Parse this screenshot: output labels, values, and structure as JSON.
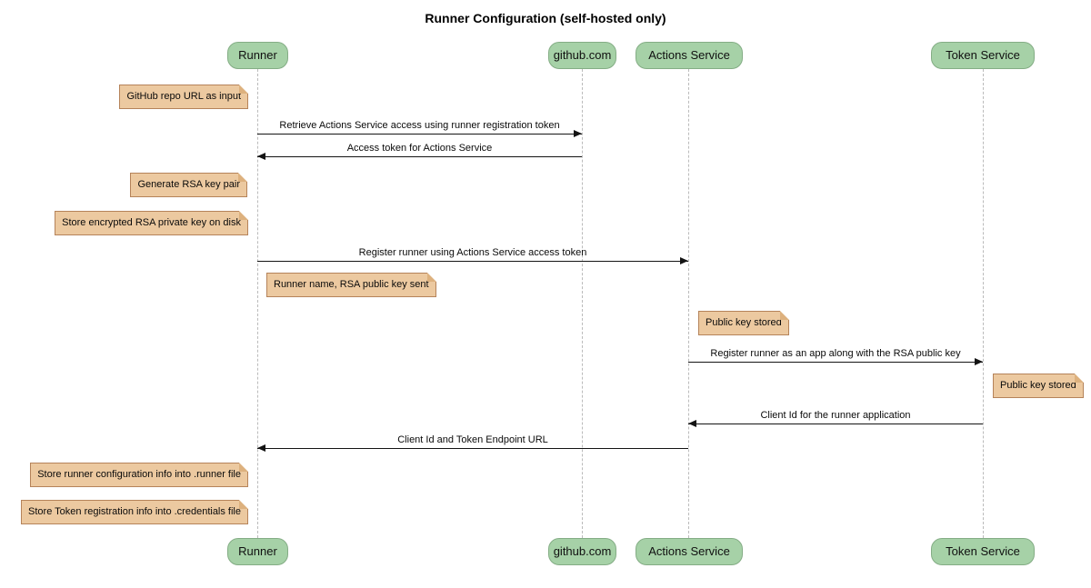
{
  "title": "Runner Configuration (self-hosted only)",
  "colors": {
    "participant_fill": "#a6d1a7",
    "participant_border": "#84ad85",
    "note_fill": "#ecc9a0",
    "note_border": "#b5835a",
    "note_fold": "#ddb17e",
    "lifeline": "#bbbbbb",
    "arrow": "#141414"
  },
  "participants": [
    {
      "label": "Runner"
    },
    {
      "label": "github.com"
    },
    {
      "label": "Actions Service"
    },
    {
      "label": "Token Service"
    }
  ],
  "messages": [
    {
      "from": "Runner",
      "to": "github.com",
      "label": "Retrieve Actions Service access using runner registration token"
    },
    {
      "from": "github.com",
      "to": "Runner",
      "label": "Access token for Actions Service"
    },
    {
      "from": "Runner",
      "to": "Actions Service",
      "label": "Register runner using Actions Service access token"
    },
    {
      "from": "Actions Service",
      "to": "Token Service",
      "label": "Register runner as an app along with the RSA public key"
    },
    {
      "from": "Token Service",
      "to": "Actions Service",
      "label": "Client Id for the runner application"
    },
    {
      "from": "Actions Service",
      "to": "Runner",
      "label": "Client Id and Token Endpoint URL"
    }
  ],
  "notes": [
    {
      "label": "GitHub repo URL as input",
      "anchor": "left of Runner"
    },
    {
      "label": "Generate RSA key pair",
      "anchor": "left of Runner"
    },
    {
      "label": "Store encrypted RSA private key on disk",
      "anchor": "left of Runner"
    },
    {
      "label": "Runner name, RSA public key sent",
      "anchor": "right of Runner"
    },
    {
      "label": "Public key stored",
      "anchor": "right of Actions Service"
    },
    {
      "label": "Public key stored",
      "anchor": "right of Token Service"
    },
    {
      "label": "Store runner configuration info into .runner file",
      "anchor": "left of Runner"
    },
    {
      "label": "Store Token registration info into .credentials file",
      "anchor": "left of Runner"
    }
  ]
}
